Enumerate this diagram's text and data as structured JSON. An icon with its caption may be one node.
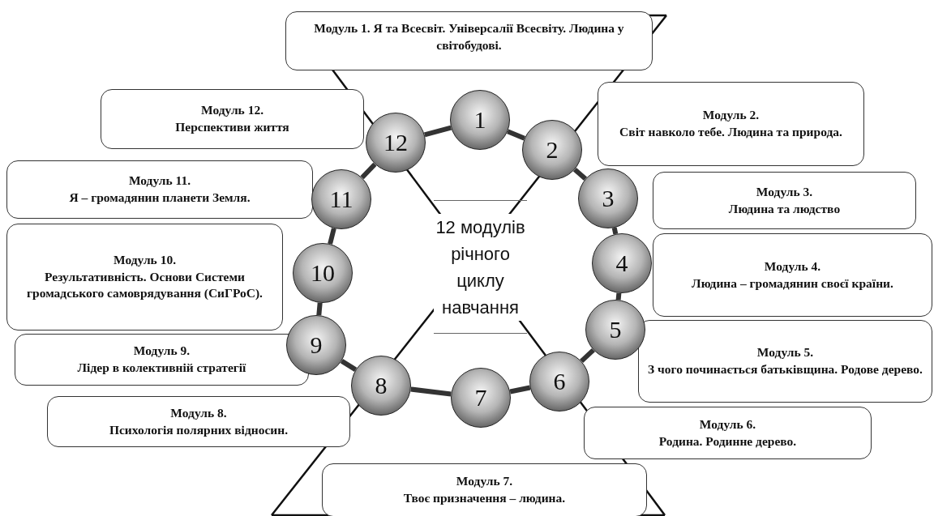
{
  "diagram": {
    "nodes": [
      {
        "text": [
          "Модуль 1.",
          "Я та Всесвіт. Універсалії Всесвіту. Людина у світобудові."
        ]
      },
      {
        "text": [
          "Модуль 2.",
          "Світ навколо тебе. Людина та природа."
        ]
      },
      {
        "text": [
          "Модуль 3.",
          "Людина та людство"
        ]
      },
      {
        "text": [
          "Модуль 4.",
          "Людина – громадянин своєї країни."
        ]
      },
      {
        "text": [
          "Модуль 5.",
          "З чого починається батьківщина. Родове дерево."
        ]
      },
      {
        "text": [
          "Модуль 6.",
          "Родина. Родинне дерево."
        ]
      },
      {
        "text": [
          "Модуль 7.",
          "Твоє призначення – людина."
        ]
      },
      {
        "text": [
          "Модуль 8.",
          "Психологія полярних відносин."
        ]
      },
      {
        "text": [
          "Модуль 9.",
          "Лідер в колективній стратегії"
        ]
      },
      {
        "text": [
          "Модуль 10.",
          "Результативність. Основи Системи громадського самоврядування (СиГРоС)."
        ]
      },
      {
        "text": [
          "Модуль 11.",
          "Я – громадянин планети Земля."
        ]
      },
      {
        "text": [
          "Модуль 12.",
          "Перспективи життя"
        ]
      },
      {
        "text": [
          "12 модулів річного циклу навчання"
        ]
      },
      {
        "text": [
          "1"
        ]
      },
      {
        "text": [
          "2"
        ]
      },
      {
        "text": [
          "3"
        ]
      },
      {
        "text": [
          "4"
        ]
      },
      {
        "text": [
          "5"
        ]
      },
      {
        "text": [
          "6"
        ]
      },
      {
        "text": [
          "7"
        ]
      },
      {
        "text": [
          "8"
        ]
      },
      {
        "text": [
          "9"
        ]
      },
      {
        "text": [
          "10"
        ]
      },
      {
        "text": [
          "11"
        ]
      },
      {
        "text": [
          "12"
        ]
      }
    ],
    "edges": [
      {
        "from": 13,
        "to": 14,
        "arrow": "none"
      },
      {
        "from": 14,
        "to": 15,
        "arrow": "none"
      },
      {
        "from": 15,
        "to": 16,
        "arrow": "none"
      },
      {
        "from": 16,
        "to": 17,
        "arrow": "none"
      },
      {
        "from": 17,
        "to": 18,
        "arrow": "none"
      },
      {
        "from": 18,
        "to": 19,
        "arrow": "none"
      },
      {
        "from": 19,
        "to": 20,
        "arrow": "none"
      },
      {
        "from": 20,
        "to": 21,
        "arrow": "none"
      },
      {
        "from": 21,
        "to": 22,
        "arrow": "none"
      },
      {
        "from": 22,
        "to": 23,
        "arrow": "none"
      },
      {
        "from": 23,
        "to": 24,
        "arrow": "none"
      },
      {
        "from": 24,
        "to": 13,
        "arrow": "none"
      }
    ]
  }
}
